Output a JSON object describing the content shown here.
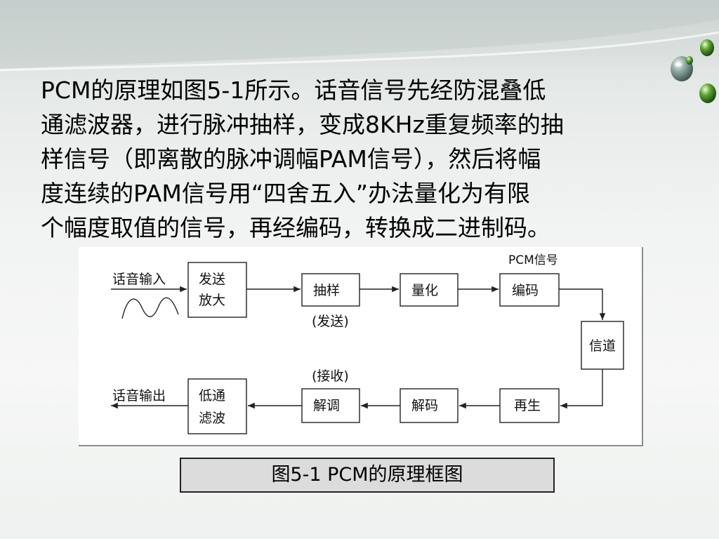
{
  "paragraph_lines": [
    " PCM的原理如图5-1所示。话音信号先经防混叠低",
    "通滤波器，进行脉冲抽样，变成8KHz重复频率的抽",
    "样信号（即离散的脉冲调幅PAM信号），然后将幅",
    "度连续的PAM信号用“四舍五入”办法量化为有限",
    "个幅度取值的信号，再经编码，转换成二进制码。"
  ],
  "diagram": {
    "input_label": "话音输入",
    "output_label": "话音输出",
    "pcm_signal_label": "PCM信号",
    "send_note": "(发送)",
    "receive_note": "(接收)",
    "blocks": {
      "send_amp": [
        "发送",
        "放大"
      ],
      "sampling": "抽样",
      "quantize": "量化",
      "encode": "编码",
      "channel": "信道",
      "regen": "再生",
      "decode": "解码",
      "demod": "解调",
      "lpf": [
        "低通",
        "滤波"
      ]
    }
  },
  "caption": "图5-1  PCM的原理框图"
}
